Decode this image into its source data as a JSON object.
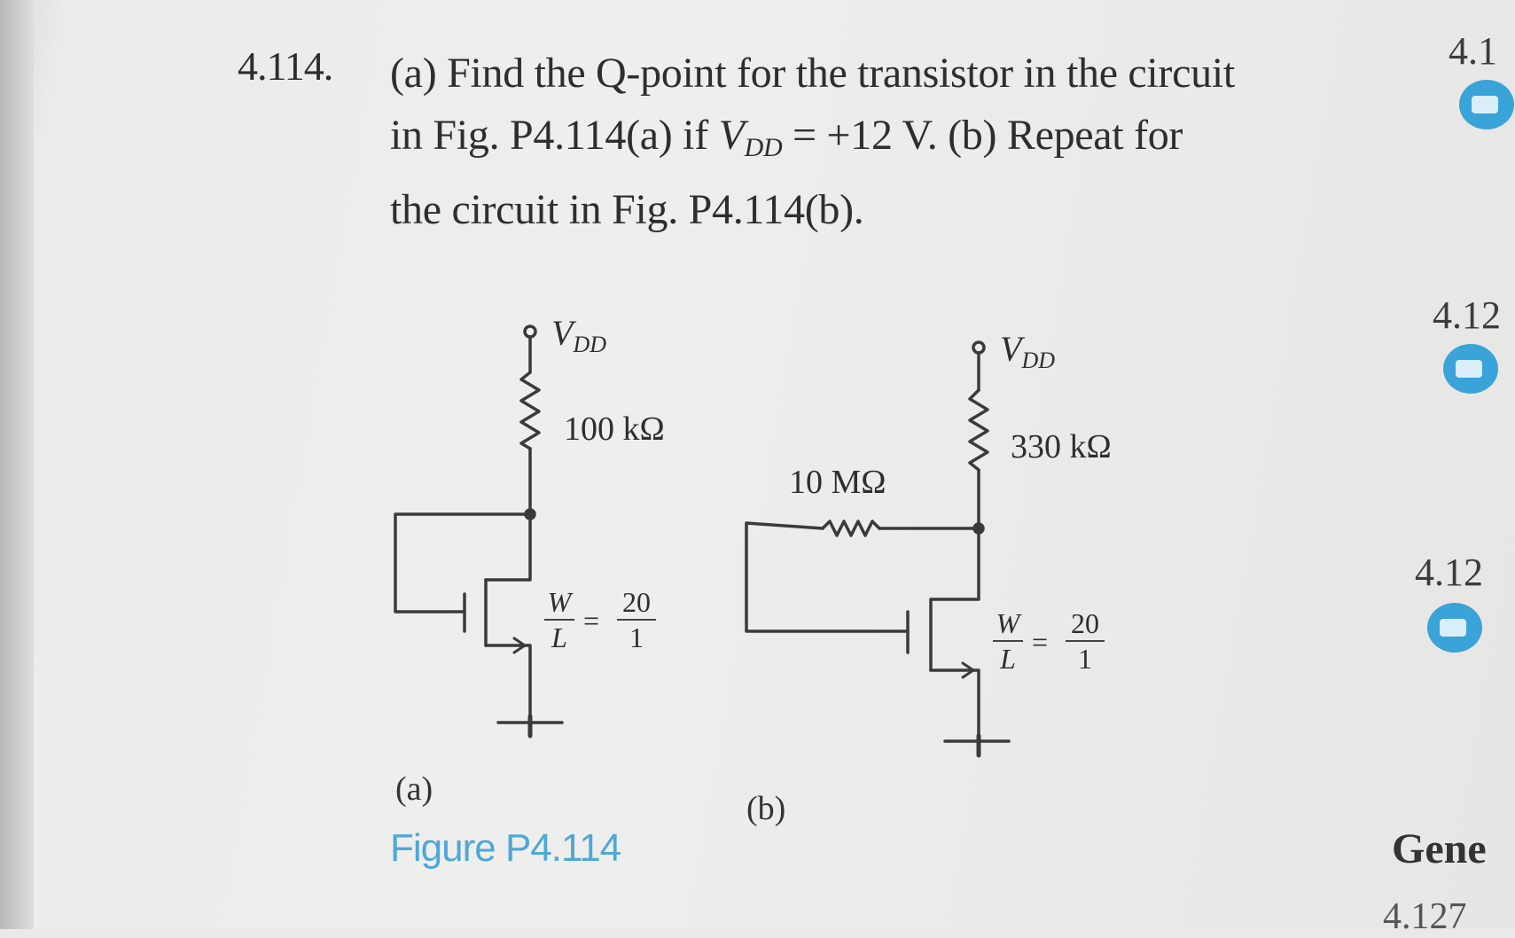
{
  "problem": {
    "number": "4.114.",
    "line1": "(a) Find the Q-point for the transistor in the circuit",
    "line2_pre": "in Fig. P4.114(a) if ",
    "line2_var": "V",
    "line2_sub": "DD",
    "line2_post": " = +12 V. (b) Repeat for",
    "line3": "the circuit in Fig. P4.114(b)."
  },
  "figure": {
    "caption": "Figure P4.114",
    "a": {
      "label": "(a)",
      "supply": "V",
      "supply_sub": "DD",
      "resistor": "100 kΩ",
      "w": "W",
      "l": "L",
      "ratio_num": "20",
      "ratio_den": "1"
    },
    "b": {
      "label": "(b)",
      "supply": "V",
      "supply_sub": "DD",
      "drain_resistor": "330 kΩ",
      "feedback_resistor": "10 MΩ",
      "w": "W",
      "l": "L",
      "ratio_num": "20",
      "ratio_den": "1"
    }
  },
  "margin": {
    "n1": "4.1",
    "n2": "4.12",
    "n3": "4.12",
    "gene": "Gene",
    "bottom": "4.127"
  },
  "colors": {
    "caption": "#4ea8d6",
    "icon": "#3aa3d8"
  },
  "icons": [
    "video-icon",
    "video-icon",
    "video-icon"
  ]
}
